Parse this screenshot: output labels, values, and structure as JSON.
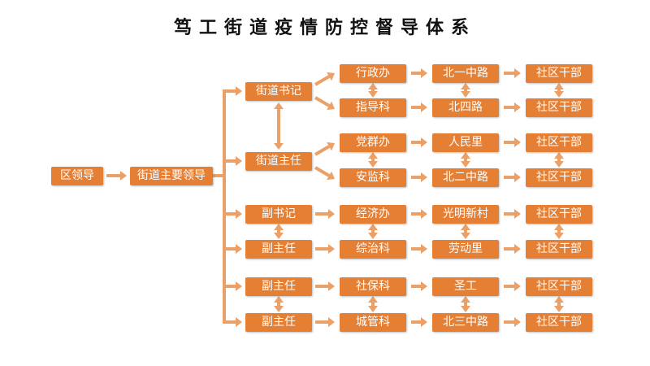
{
  "title": "笃工街道疫情防控督导体系",
  "root": "区领导",
  "main": "街道主要领导",
  "leaders": [
    "街道书记",
    "街道主任",
    "副书记",
    "副主任",
    "副主任",
    "副主任"
  ],
  "departments": [
    "行政办",
    "指导科",
    "党群办",
    "安监科",
    "经济办",
    "综治科",
    "社保科",
    "城管科"
  ],
  "communities": [
    "北一中路",
    "北四路",
    "人民里",
    "北二中路",
    "光明新村",
    "劳动里",
    "圣工",
    "北三中路"
  ],
  "cadres": [
    "社区干部",
    "社区干部",
    "社区干部",
    "社区干部",
    "社区干部",
    "社区干部",
    "社区干部",
    "社区干部"
  ],
  "colors": {
    "box": "#e57f34",
    "arrow": "#eba068"
  }
}
